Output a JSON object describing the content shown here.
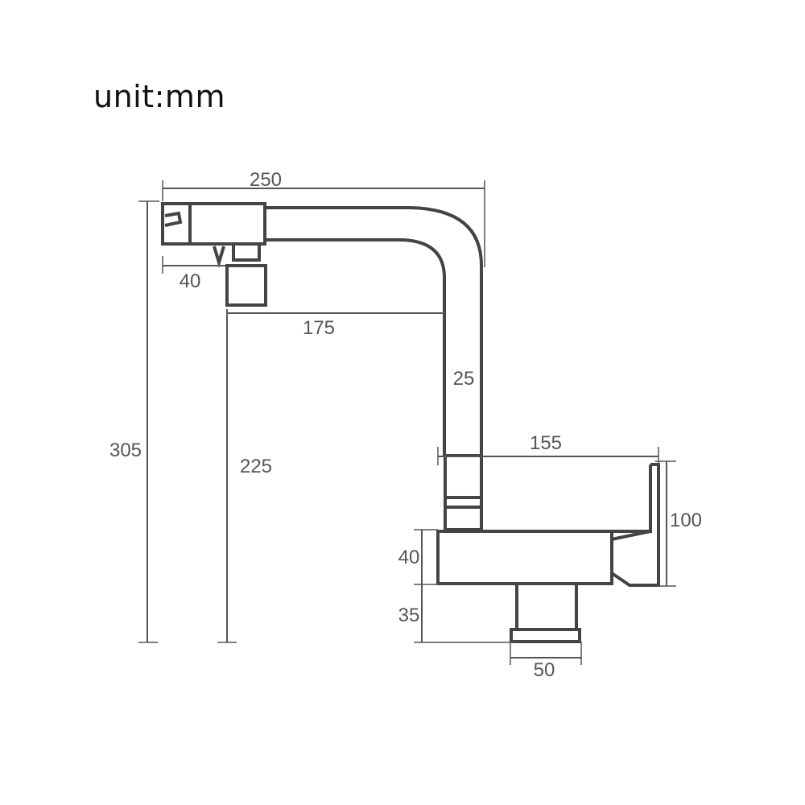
{
  "title": "unit:mm",
  "dimensions": {
    "overall_width": "250",
    "aerator_offset": "40",
    "spout_reach": "175",
    "tube_diameter": "25",
    "total_height": "305",
    "spout_clearance": "225",
    "handle_reach": "155",
    "handle_height": "100",
    "body_height": "40",
    "base_height": "35",
    "base_width": "50"
  },
  "colors": {
    "line": "#444444",
    "dimension": "#555555",
    "text": "#111111"
  }
}
